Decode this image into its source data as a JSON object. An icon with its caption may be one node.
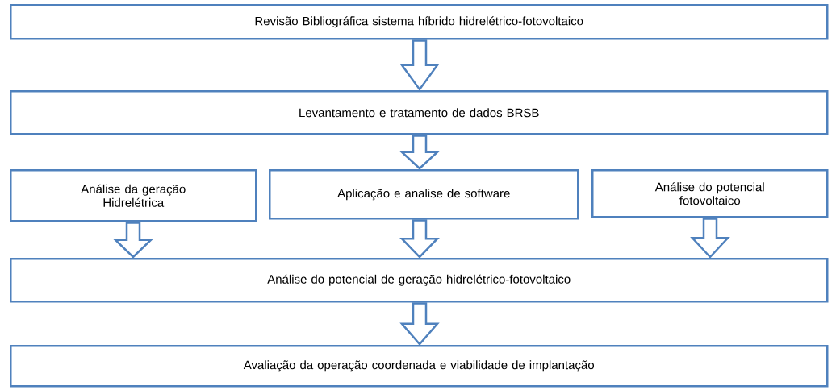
{
  "diagram": {
    "nodes": [
      {
        "text": [
          "Revisão Bibliográfica sistema híbrido hidrelétrico-fotovoltaico"
        ]
      },
      {
        "text": [
          "Levantamento e tratamento de dados BRSB"
        ]
      },
      {
        "text": [
          "Análise da geração Hidrelétrica"
        ]
      },
      {
        "text": [
          "Aplicação e analise de software"
        ]
      },
      {
        "text": [
          "Análise do potencial fotovoltaico"
        ]
      },
      {
        "text": [
          "Análise do potencial de geração hidrelétrico-fotovoltaico"
        ]
      },
      {
        "text": [
          "Avaliação da operação coordenada e viabilidade de implantação"
        ]
      }
    ],
    "edges": [
      {
        "from": 0,
        "to": 1,
        "arrow": "to"
      },
      {
        "from": 1,
        "to": 3,
        "arrow": "to"
      },
      {
        "from": 2,
        "to": 5,
        "arrow": "to"
      },
      {
        "from": 3,
        "to": 5,
        "arrow": "to"
      },
      {
        "from": 4,
        "to": 5,
        "arrow": "to"
      },
      {
        "from": 5,
        "to": 6,
        "arrow": "to"
      }
    ]
  }
}
